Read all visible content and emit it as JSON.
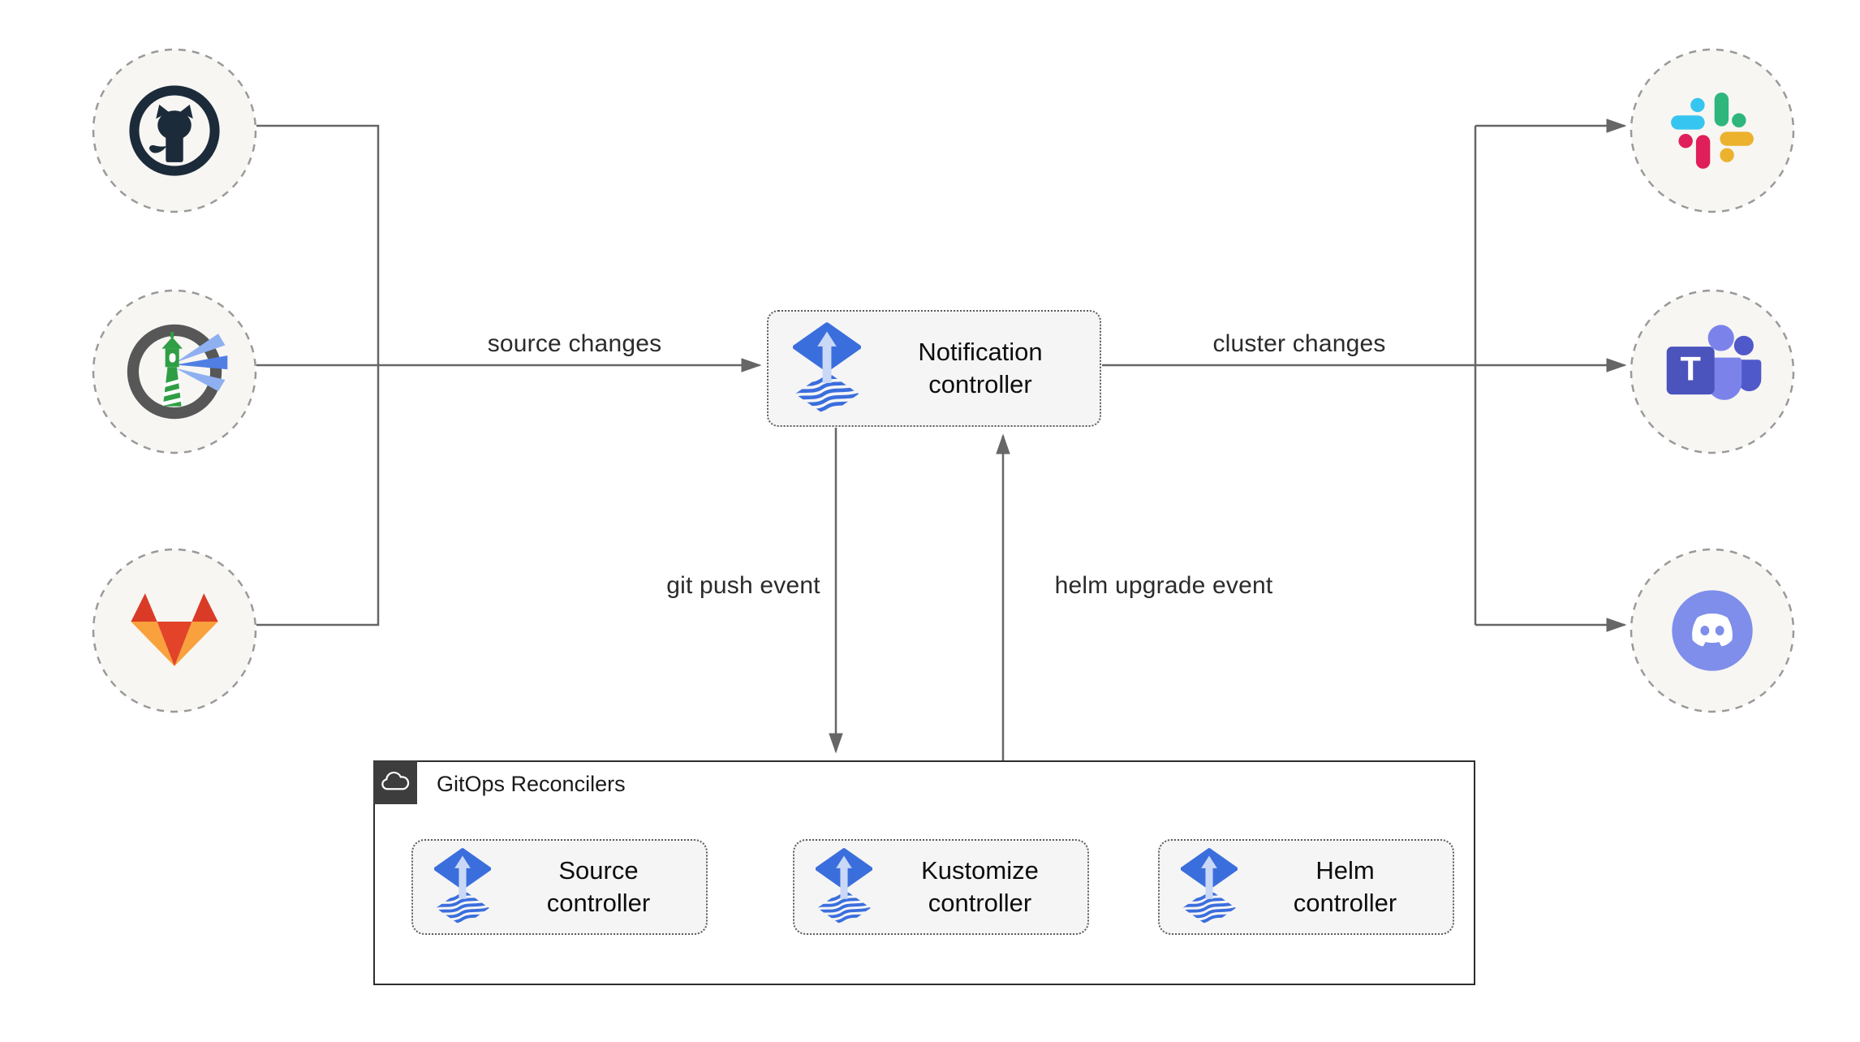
{
  "edge_labels": {
    "source_changes": "source changes",
    "cluster_changes": "cluster changes",
    "git_push": "git push event",
    "helm_upgrade": "helm upgrade event"
  },
  "notification": {
    "line1": "Notification",
    "line2": "controller"
  },
  "reconcilers": {
    "title": "GitOps Reconcilers",
    "badge_icon": "cloud-icon",
    "boxes": [
      {
        "line1": "Source",
        "line2": "controller",
        "icon": "flux-icon"
      },
      {
        "line1": "Kustomize",
        "line2": "controller",
        "icon": "flux-icon"
      },
      {
        "line1": "Helm",
        "line2": "controller",
        "icon": "flux-icon"
      }
    ]
  },
  "sources": [
    {
      "icon": "github-icon"
    },
    {
      "icon": "harbor-icon"
    },
    {
      "icon": "gitlab-icon"
    }
  ],
  "targets": [
    {
      "icon": "slack-icon"
    },
    {
      "icon": "microsoft-teams-icon"
    },
    {
      "icon": "discord-icon"
    }
  ],
  "teams_letter": "T",
  "colors": {
    "line": "#666666",
    "flux_blue": "#3b6edd",
    "flux_arrow_light": "#c9d8f6",
    "box_fill": "#f5f5f5",
    "box_dotted_border": "#5c5c5c",
    "node_circle_fill": "#f7f6f3",
    "node_circle_border": "#9a9a9a",
    "container_border": "#2d2d2d",
    "badge_bg": "#3d3d3d",
    "github_dark": "#1c2b3a",
    "harbor_ring": "#575757",
    "harbor_green": "#2f9e44",
    "harbor_beam": "#4f7fe3",
    "gitlab_red": "#e24329",
    "gitlab_dark_red": "#da3b26",
    "gitlab_orange": "#f9a13c",
    "slack_blue": "#36c5f0",
    "slack_green": "#2eb67d",
    "slack_yellow": "#ecb22e",
    "slack_red": "#e01e5a",
    "teams_purple": "#4b53bc",
    "discord_blurple": "#7e8eea"
  }
}
